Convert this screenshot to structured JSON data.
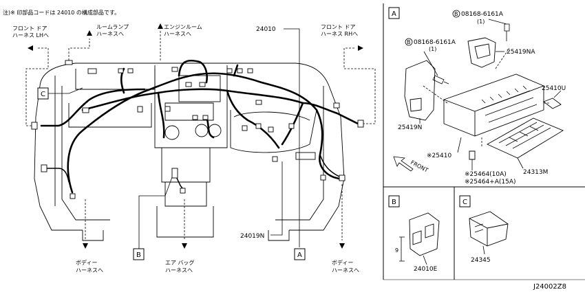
{
  "note": "注)※ 印部品コードは 24010 の構成部品です。",
  "diagram_code": "J24002Z8",
  "callouts": {
    "front_door_lh": [
      "フロント ドア",
      "ハーネス LHへ"
    ],
    "room_lamp": [
      "ルームランプ",
      "ハーネスへ"
    ],
    "engine_room": [
      "エンジンルーム",
      "ハーネスへ"
    ],
    "front_door_rh": [
      "フロント ドア",
      "ハーネス RHへ"
    ],
    "body_left": [
      "ボディー",
      "ハーネスへ"
    ],
    "airbag": [
      "エア バッグ",
      "ハーネスへ"
    ],
    "body_right": [
      "ボディー",
      "ハーネスへ"
    ]
  },
  "main_parts": {
    "harness": "24010",
    "sub_harness": "24019N"
  },
  "markers": {
    "a": "A",
    "b": "B",
    "c": "C"
  },
  "detail_a": {
    "label": "A",
    "bolt_1": {
      "circle": "B",
      "part": "08168-6161A",
      "qty": "(1)"
    },
    "bolt_2": {
      "circle": "B",
      "part": "08168-6161A",
      "qty": "(1)"
    },
    "bracket_upper": "25419NA",
    "bracket_lower": "25419N",
    "fuse_block": "※25410",
    "relay": "25410U",
    "cover": "24313M",
    "fuse_10a": "※25464(10A)",
    "fuse_15a": "※25464+A(15A)",
    "front_label": "FRONT"
  },
  "detail_b": {
    "label": "B",
    "part": "24010E",
    "dimension": "9"
  },
  "detail_c": {
    "label": "C",
    "part": "24345"
  }
}
